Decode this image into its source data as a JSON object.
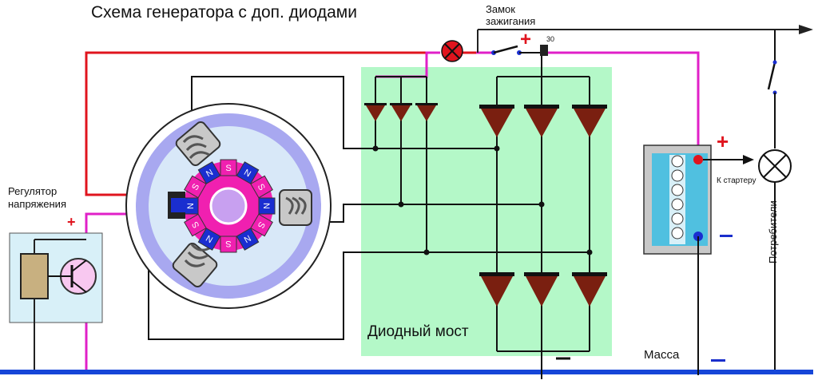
{
  "diagram": {
    "title": "Схема генератора с доп. диодами",
    "ignition_label_line1": "Замок",
    "ignition_label_line2": "зажигания",
    "terminal_30": "30",
    "regulator_label_line1": "Регулятор",
    "regulator_label_line2": "напряжения",
    "diode_bridge_label": "Диодный мост",
    "starter_label": "К стартеру",
    "ground_label": "Масса",
    "consumers_label": "Потребители",
    "plus_sign": "+",
    "rotor_poles": [
      "S",
      "N",
      "S",
      "N",
      "S",
      "N",
      "S",
      "N",
      "S",
      "N",
      "S",
      "N"
    ]
  },
  "colors": {
    "positive_wire": "#e0141e",
    "excitation_wire": "#e020c8",
    "ground_bus": "#1646d8",
    "bridge_fill": "#b4f8c8",
    "diode": "#7a1f10",
    "rotor": "#f020b0",
    "pole_s": "#f020b0",
    "pole_n": "#1a2ed0",
    "stator_ring": "#a8a8f0",
    "regulator_box": "#d8f0f8",
    "battery_cells": "#50c0e0"
  },
  "icons": [
    "warning-lamp-icon",
    "consumer-lamp-icon",
    "switch-icon",
    "battery-icon",
    "transistor-icon",
    "diode-icon"
  ]
}
